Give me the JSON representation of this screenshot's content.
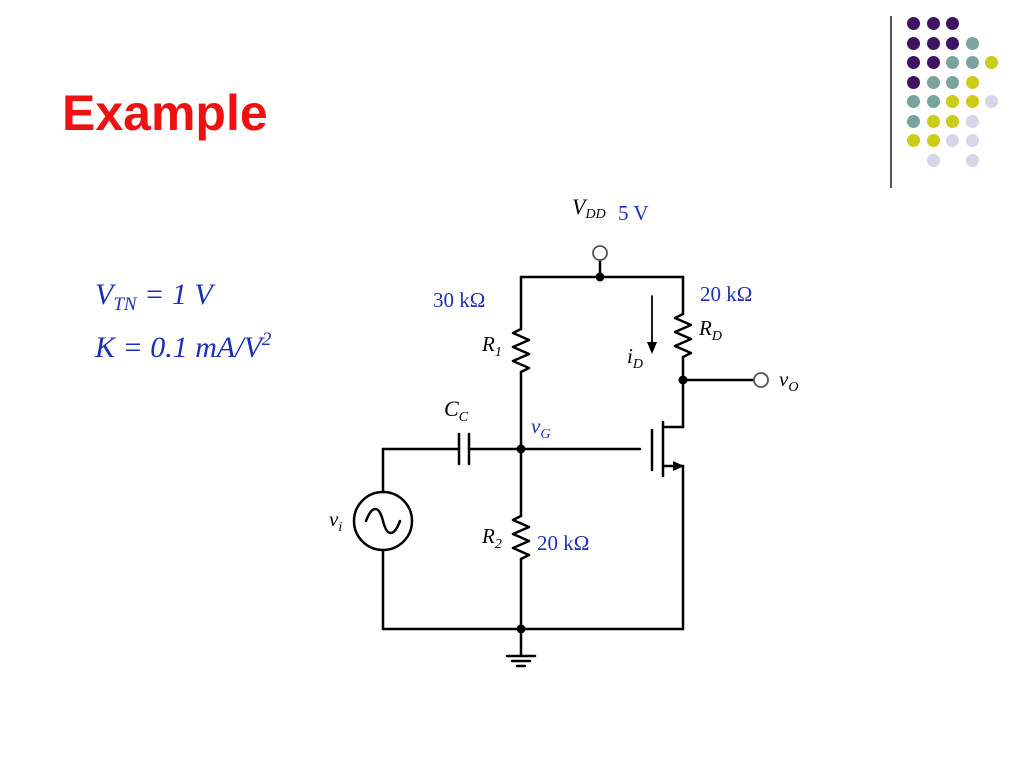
{
  "slide": {
    "title": "Example"
  },
  "parameters": {
    "vtn": {
      "symbol": "V",
      "sub": "TN",
      "rest": " = 1 V"
    },
    "k": {
      "symbol": "K = 0.1 mA/V",
      "sup": "2"
    }
  },
  "circuit": {
    "supply": {
      "symbol": "V",
      "sub": "DD",
      "value": "5 V"
    },
    "r1": {
      "symbol": "R",
      "sub": "1",
      "value": "30 kΩ"
    },
    "rd": {
      "symbol": "R",
      "sub": "D",
      "value": "20 kΩ"
    },
    "r2": {
      "symbol": "R",
      "sub": "2",
      "value": "20 kΩ"
    },
    "cc": {
      "symbol": "C",
      "sub": "C"
    },
    "vg": {
      "symbol": "v",
      "sub": "G"
    },
    "id": {
      "symbol": "i",
      "sub": "D"
    },
    "vo": {
      "symbol": "v",
      "sub": "O"
    },
    "vi": {
      "symbol": "v",
      "sub": "i"
    }
  },
  "theme": {
    "title_color": "#ee1111",
    "value_color": "#1d2fb8",
    "wire_color": "#000000",
    "dot_colors": {
      "purple": "#3f1262",
      "teal": "#7aa39e",
      "yellow": "#cccc1a",
      "lavender": "#d6d6e8"
    },
    "dot_grid": [
      [
        "purple",
        "purple",
        "purple",
        "",
        ""
      ],
      [
        "purple",
        "purple",
        "purple",
        "teal",
        ""
      ],
      [
        "purple",
        "purple",
        "teal",
        "teal",
        "yellow"
      ],
      [
        "purple",
        "teal",
        "teal",
        "yellow",
        ""
      ],
      [
        "teal",
        "teal",
        "yellow",
        "yellow",
        "lavender"
      ],
      [
        "teal",
        "yellow",
        "yellow",
        "lavender",
        ""
      ],
      [
        "yellow",
        "yellow",
        "lavender",
        "lavender",
        ""
      ],
      [
        "",
        "lavender",
        "",
        "lavender",
        ""
      ]
    ]
  }
}
